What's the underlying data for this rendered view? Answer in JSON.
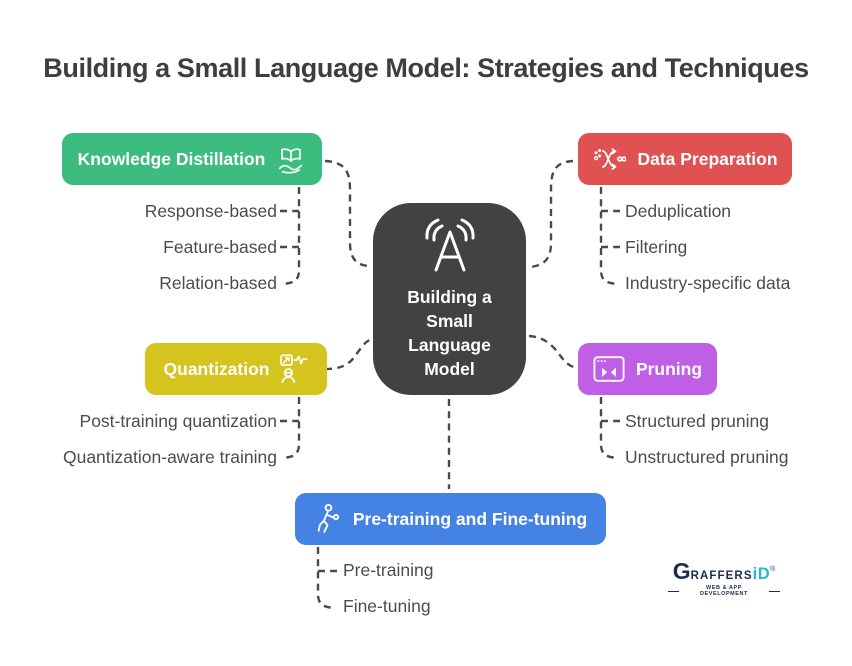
{
  "title": "Building a Small Language Model: Strategies and Techniques",
  "center": {
    "label": "Building a Small Language Model",
    "icon": "antenna-a-icon",
    "color": "#424242"
  },
  "branches": [
    {
      "id": "knowledge-distillation",
      "label": "Knowledge Distillation",
      "icon": "book-hand-icon",
      "color": "#3CBC7E",
      "children": [
        "Response-based",
        "Feature-based",
        "Relation-based"
      ]
    },
    {
      "id": "data-preparation",
      "label": "Data Preparation",
      "icon": "data-flow-icon",
      "color": "#E05152",
      "children": [
        "Deduplication",
        "Filtering",
        "Industry-specific data"
      ]
    },
    {
      "id": "quantization",
      "label": "Quantization",
      "icon": "quantization-icon",
      "color": "#D5C31E",
      "children": [
        "Post-training quantization",
        "Quantization-aware training"
      ]
    },
    {
      "id": "pruning",
      "label": "Pruning",
      "icon": "window-compress-icon",
      "color": "#BF5FE6",
      "children": [
        "Structured pruning",
        "Unstructured pruning"
      ]
    },
    {
      "id": "pretraining-finetuning",
      "label": "Pre-training and Fine-tuning",
      "icon": "runner-icon",
      "color": "#4482E4",
      "children": [
        "Pre-training",
        "Fine-tuning"
      ]
    }
  ],
  "logo": {
    "g": "G",
    "raffers": "RAFFERS",
    "id": "iD",
    "registered": "®",
    "tagline": "WEB & APP DEVELOPMENT"
  },
  "colors": {
    "connector": "#4A4A4A",
    "item_text": "#4C4C4C",
    "title_text": "#3E3E3E",
    "logo_navy": "#1D2D50",
    "logo_cyan": "#27B7D6"
  }
}
